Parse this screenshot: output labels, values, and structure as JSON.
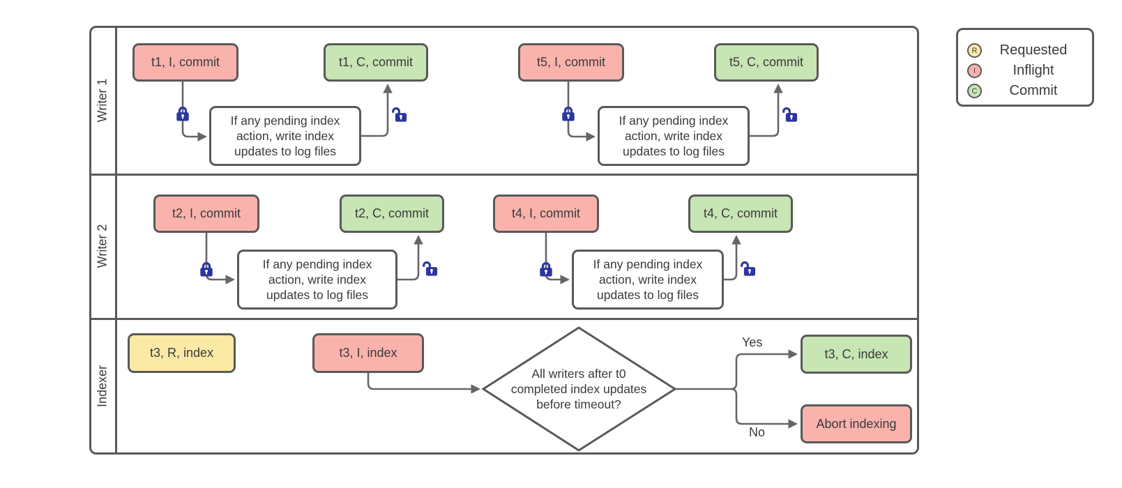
{
  "palette": {
    "inflight": "#f9b3ac",
    "commit": "#c8e5b4",
    "requested": "#fbe9a6",
    "border": "#595959",
    "arrow": "#666666",
    "lock": "#2c36a0",
    "text": "#3a3a3a"
  },
  "lanes": {
    "writer1": "Writer 1",
    "writer2": "Writer 2",
    "indexer": "Indexer"
  },
  "writer1": {
    "inflight_t1": "t1, I, commit",
    "commit_t1": "t1, C, commit",
    "inflight_t5": "t5, I, commit",
    "commit_t5": "t5, C, commit",
    "note": "If any pending index action, write index updates to log files"
  },
  "writer2": {
    "inflight_t2": "t2, I, commit",
    "commit_t2": "t2, C, commit",
    "inflight_t4": "t4, I, commit",
    "commit_t4": "t4, C, commit",
    "note": "If any pending index action, write index updates to log files"
  },
  "indexer": {
    "requested_t3": "t3, R, index",
    "inflight_t3": "t3, I, index",
    "decision": "All writers after t0 completed index updates before timeout?",
    "yes": "Yes",
    "no": "No",
    "commit_t3": "t3, C, index",
    "abort": "Abort indexing"
  },
  "legend": {
    "items": [
      {
        "letter": "R",
        "label": "Requested"
      },
      {
        "letter": "I",
        "label": "Inflight"
      },
      {
        "letter": "C",
        "label": "Commit"
      }
    ]
  }
}
